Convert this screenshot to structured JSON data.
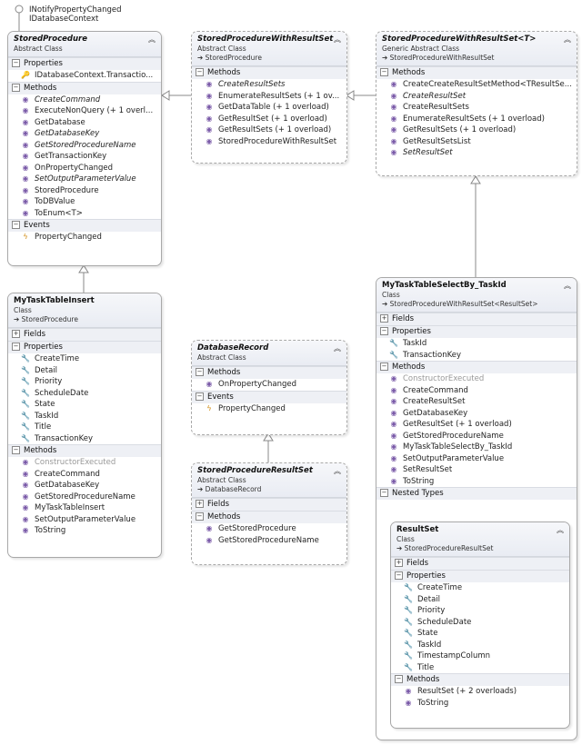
{
  "interfaces": [
    "INotifyPropertyChanged",
    "IDatabaseContext"
  ],
  "boxes": {
    "sp": {
      "title": "StoredProcedure",
      "kind": "Abstract Class",
      "properties_label": "Properties",
      "properties": [
        "IDatabaseContext.Transactio..."
      ],
      "methods_label": "Methods",
      "methods": [
        "CreateCommand",
        "ExecuteNonQuery (+ 1 overl...",
        "GetDatabase",
        "GetDatabaseKey",
        "GetStoredProcedureName",
        "GetTransactionKey",
        "OnPropertyChanged",
        "SetOutputParameterValue",
        "StoredProcedure",
        "ToDBValue",
        "ToEnum<T>"
      ],
      "events_label": "Events",
      "events": [
        "PropertyChanged"
      ]
    },
    "spwrs": {
      "title": "StoredProcedureWithResultSet",
      "kind": "Abstract Class",
      "base": "StoredProcedure",
      "methods_label": "Methods",
      "methods": [
        "CreateResultSets",
        "EnumerateResultSets (+ 1 ov...",
        "GetDataTable (+ 1 overload)",
        "GetResultSet (+ 1 overload)",
        "GetResultSets (+ 1 overload)",
        "StoredProcedureWithResultSet"
      ]
    },
    "spwrst": {
      "title": "StoredProcedureWithResultSet<T>",
      "kind": "Generic Abstract Class",
      "base": "StoredProcedureWithResultSet",
      "methods_label": "Methods",
      "methods": [
        "CreateCreateResultSetMethod<TResultSe...",
        "CreateResultSet",
        "CreateResultSets",
        "EnumerateResultSets (+ 1 overload)",
        "GetResultSets (+ 1 overload)",
        "GetResultSetsList",
        "SetResultSet"
      ]
    },
    "insert": {
      "title": "MyTaskTableInsert",
      "kind": "Class",
      "base": "StoredProcedure",
      "fields_label": "Fields",
      "properties_label": "Properties",
      "properties": [
        "CreateTime",
        "Detail",
        "Priority",
        "ScheduleDate",
        "State",
        "TaskId",
        "Title",
        "TransactionKey"
      ],
      "methods_label": "Methods",
      "methods": [
        "ConstructorExecuted",
        "CreateCommand",
        "GetDatabaseKey",
        "GetStoredProcedureName",
        "MyTaskTableInsert",
        "SetOutputParameterValue",
        "ToString"
      ]
    },
    "dbrec": {
      "title": "DatabaseRecord",
      "kind": "Abstract Class",
      "methods_label": "Methods",
      "methods": [
        "OnPropertyChanged"
      ],
      "events_label": "Events",
      "events": [
        "PropertyChanged"
      ]
    },
    "sprs": {
      "title": "StoredProcedureResultSet",
      "kind": "Abstract Class",
      "base": "DatabaseRecord",
      "fields_label": "Fields",
      "methods_label": "Methods",
      "methods": [
        "GetStoredProcedure",
        "GetStoredProcedureName"
      ]
    },
    "select": {
      "title": "MyTaskTableSelectBy_TaskId",
      "kind": "Class",
      "base": "StoredProcedureWithResultSet<ResultSet>",
      "fields_label": "Fields",
      "properties_label": "Properties",
      "properties": [
        "TaskId",
        "TransactionKey"
      ],
      "methods_label": "Methods",
      "methods": [
        "ConstructorExecuted",
        "CreateCommand",
        "CreateResultSet",
        "GetDatabaseKey",
        "GetResultSet (+ 1 overload)",
        "GetStoredProcedureName",
        "MyTaskTableSelectBy_TaskId",
        "SetOutputParameterValue",
        "SetResultSet",
        "ToString"
      ],
      "nested_label": "Nested Types"
    },
    "resultset": {
      "title": "ResultSet",
      "kind": "Class",
      "base": "StoredProcedureResultSet",
      "fields_label": "Fields",
      "properties_label": "Properties",
      "properties": [
        "CreateTime",
        "Detail",
        "Priority",
        "ScheduleDate",
        "State",
        "TaskId",
        "TimestampColumn",
        "Title"
      ],
      "methods_label": "Methods",
      "methods": [
        "ResultSet (+ 2 overloads)",
        "ToString"
      ]
    }
  }
}
